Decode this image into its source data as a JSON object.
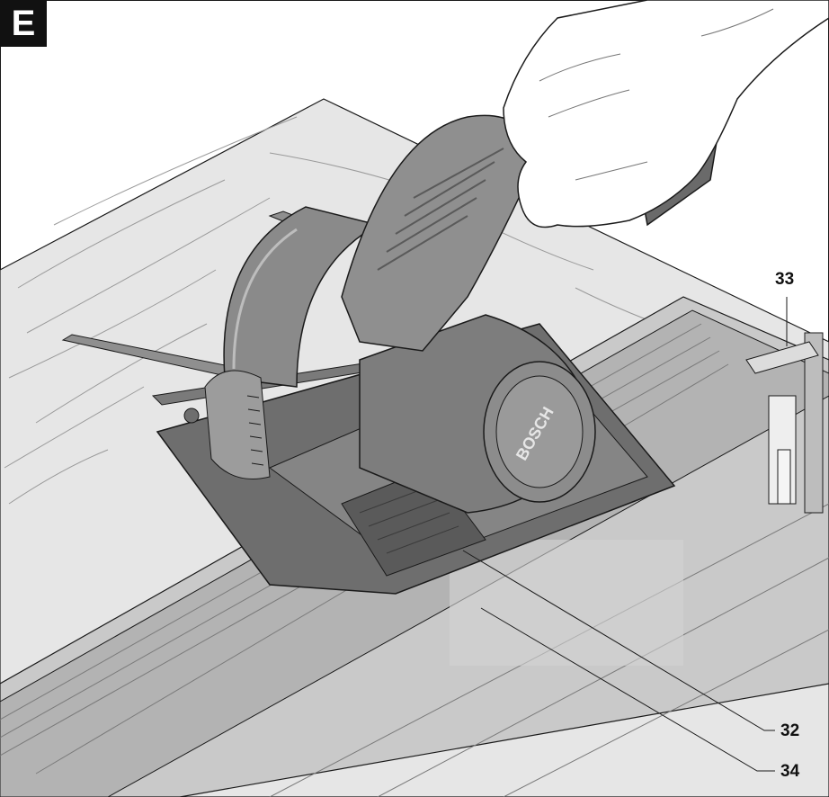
{
  "figure": {
    "label": "E"
  },
  "callouts": [
    {
      "id": "33",
      "label": "33"
    },
    {
      "id": "32",
      "label": "32"
    },
    {
      "id": "34",
      "label": "34"
    }
  ],
  "saw": {
    "brand": "BOSCH"
  },
  "colors": {
    "tool_body": "#8a8a8a",
    "tool_dark": "#5c5c5c",
    "rail": "#b0b0b0",
    "wood": "#dcdcdc",
    "line": "#1a1a1a"
  },
  "icons": [
    "hand-illustration",
    "circular-saw-illustration",
    "guide-rail-illustration",
    "clamp-illustration"
  ]
}
